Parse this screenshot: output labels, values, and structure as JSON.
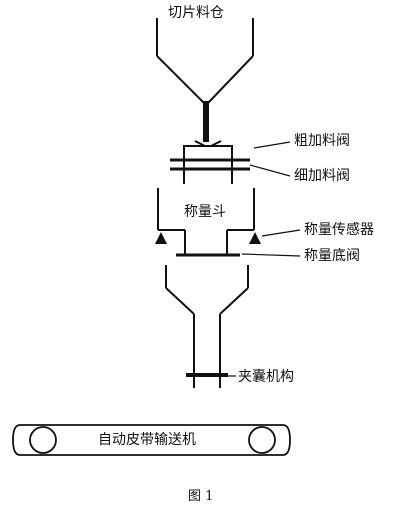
{
  "diagram": {
    "labels": {
      "silo": "切片料仓",
      "coarse_valve": "粗加料阀",
      "fine_valve": "细加料阀",
      "hopper": "称量斗",
      "sensor": "称量传感器",
      "bottom_valve": "称量底阀",
      "clamp": "夹囊机构",
      "conveyor": "自动皮带输送机"
    },
    "caption": "图 1"
  }
}
